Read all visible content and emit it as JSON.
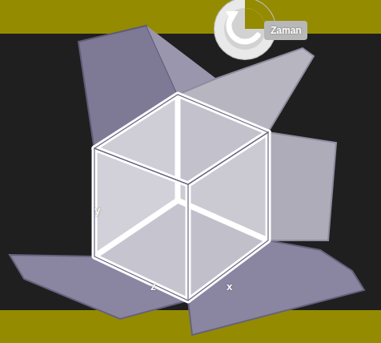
{
  "diagram": {
    "labels": [
      "Zaman",
      "y",
      "z",
      "x"
    ]
  }
}
